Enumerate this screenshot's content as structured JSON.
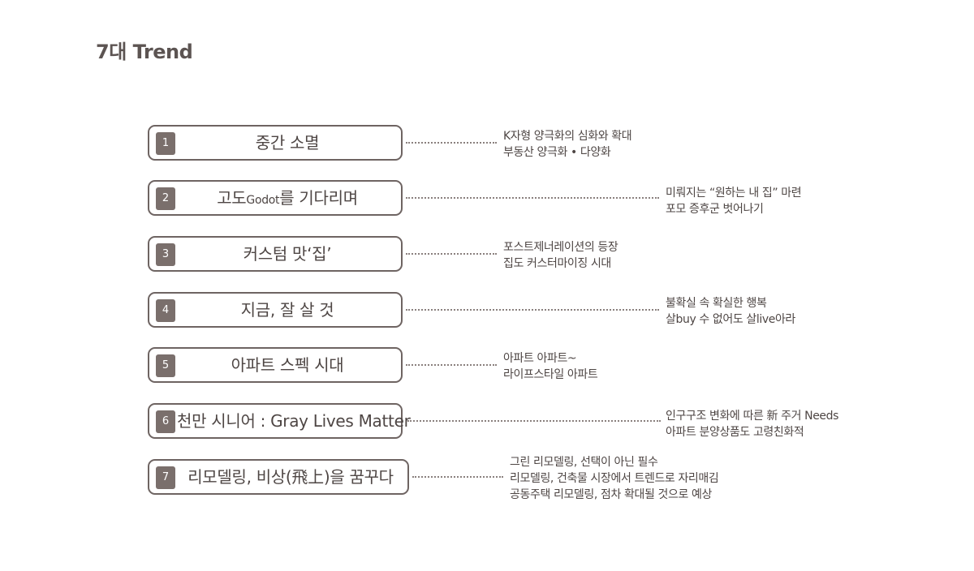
{
  "title": "7대 Trend",
  "trends": [
    {
      "number": "1",
      "title": "중간 소멸",
      "desc": [
        "K자형 양극화의 심화와 확대",
        "부동산 양극화 • 다양화"
      ]
    },
    {
      "number": "2",
      "title_pre": "고도",
      "title_small": "Godot",
      "title_post": "를 기다리며",
      "desc": [
        "미뤄지는 “원하는 내 집” 마련",
        "포모 증후군 벗어나기"
      ]
    },
    {
      "number": "3",
      "title": "커스텀 맛‘집’",
      "desc": [
        "포스트제너레이션의 등장",
        "집도 커스터마이징 시대"
      ]
    },
    {
      "number": "4",
      "title": "지금, 잘 살 것",
      "desc": [
        "불확실 속 확실한 행복",
        "살buy 수 없어도 살live아라"
      ]
    },
    {
      "number": "5",
      "title": "아파트 스펙 시대",
      "desc": [
        "아파트 아파트~",
        "라이프스타일 아파트"
      ]
    },
    {
      "number": "6",
      "title": "천만 시니어 : Gray Lives Matter",
      "desc": [
        "인구구조 변화에 따른 新 주거 Needs",
        "아파트 분양상품도 고령친화적"
      ]
    },
    {
      "number": "7",
      "title": "리모델링, 비상(飛上)을 꿈꾸다",
      "desc": [
        "그린 리모델링, 선택이 아닌 필수",
        "리모델링, 건축물 시장에서 트렌드로 자리매김",
        "공동주택 리모델링, 점차 확대될 것으로 예상"
      ]
    }
  ]
}
